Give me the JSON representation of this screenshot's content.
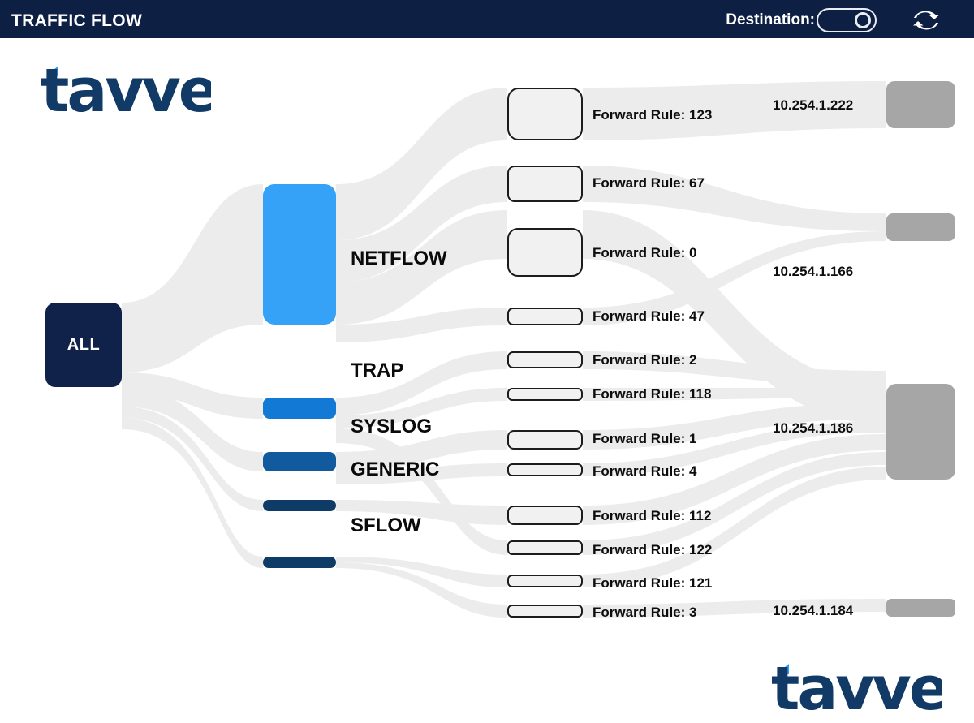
{
  "header": {
    "title": "TRAFFIC FLOW",
    "destination_label": "Destination:",
    "toggle_state": "on",
    "refresh_icon": "refresh-icon"
  },
  "brand": {
    "name": "tavve",
    "navy": "#123a66",
    "accent": "#2e9bf0"
  },
  "colors": {
    "titlebar_bg": "#0e1f44",
    "source_node": "#10214a",
    "netflow": "#35a1f7",
    "trap": "#1279d4",
    "syslog": "#125a9e",
    "generic": "#0f3c66",
    "sflow": "#0f3c66",
    "destination_node": "#a6a6a6",
    "link": "#ececec",
    "rule_fill": "#f1f1f1",
    "rule_stroke": "#1c1c1c"
  },
  "chart_data": {
    "type": "sankey",
    "title": "TRAFFIC FLOW",
    "stages": [
      "source",
      "protocol",
      "forward_rule",
      "destination"
    ],
    "nodes": {
      "source": [
        {
          "id": "ALL",
          "label": "ALL"
        }
      ],
      "protocol": [
        {
          "id": "NETFLOW",
          "label": "NETFLOW",
          "color": "#35a1f7",
          "value": 173
        },
        {
          "id": "TRAP",
          "label": "TRAP",
          "color": "#1279d4",
          "value": 26
        },
        {
          "id": "SYSLOG",
          "label": "SYSLOG",
          "color": "#125a9e",
          "value": 24
        },
        {
          "id": "GENERIC",
          "label": "GENERIC",
          "color": "#0f3c66",
          "value": 14
        },
        {
          "id": "SFLOW",
          "label": "SFLOW",
          "color": "#0f3c66",
          "value": 14
        }
      ],
      "forward_rule": [
        {
          "id": "fr123",
          "label": "Forward Rule: 123",
          "value": 78
        },
        {
          "id": "fr67",
          "label": "Forward Rule: 67",
          "value": 48
        },
        {
          "id": "fr0",
          "label": "Forward Rule: 0",
          "value": 62
        },
        {
          "id": "fr47",
          "label": "Forward Rule: 47",
          "value": 24
        },
        {
          "id": "fr2",
          "label": "Forward Rule: 2",
          "value": 22
        },
        {
          "id": "fr118",
          "label": "Forward Rule: 118",
          "value": 16
        },
        {
          "id": "fr1",
          "label": "Forward Rule: 1",
          "value": 24
        },
        {
          "id": "fr4",
          "label": "Forward Rule: 4",
          "value": 16
        },
        {
          "id": "fr112",
          "label": "Forward Rule: 112",
          "value": 24
        },
        {
          "id": "fr122",
          "label": "Forward Rule: 122",
          "value": 18
        },
        {
          "id": "fr121",
          "label": "Forward Rule: 121",
          "value": 16
        },
        {
          "id": "fr3",
          "label": "Forward Rule: 3",
          "value": 16
        }
      ],
      "destination": [
        {
          "id": "d222",
          "label": "10.254.1.222",
          "value": 58
        },
        {
          "id": "d166",
          "label": "10.254.1.166",
          "value": 34
        },
        {
          "id": "d186",
          "label": "10.254.1.186",
          "value": 118
        },
        {
          "id": "d184",
          "label": "10.254.1.184",
          "value": 22
        }
      ]
    }
  },
  "tooltips": {
    "refresh": "refresh",
    "toggle": "destination toggle"
  }
}
